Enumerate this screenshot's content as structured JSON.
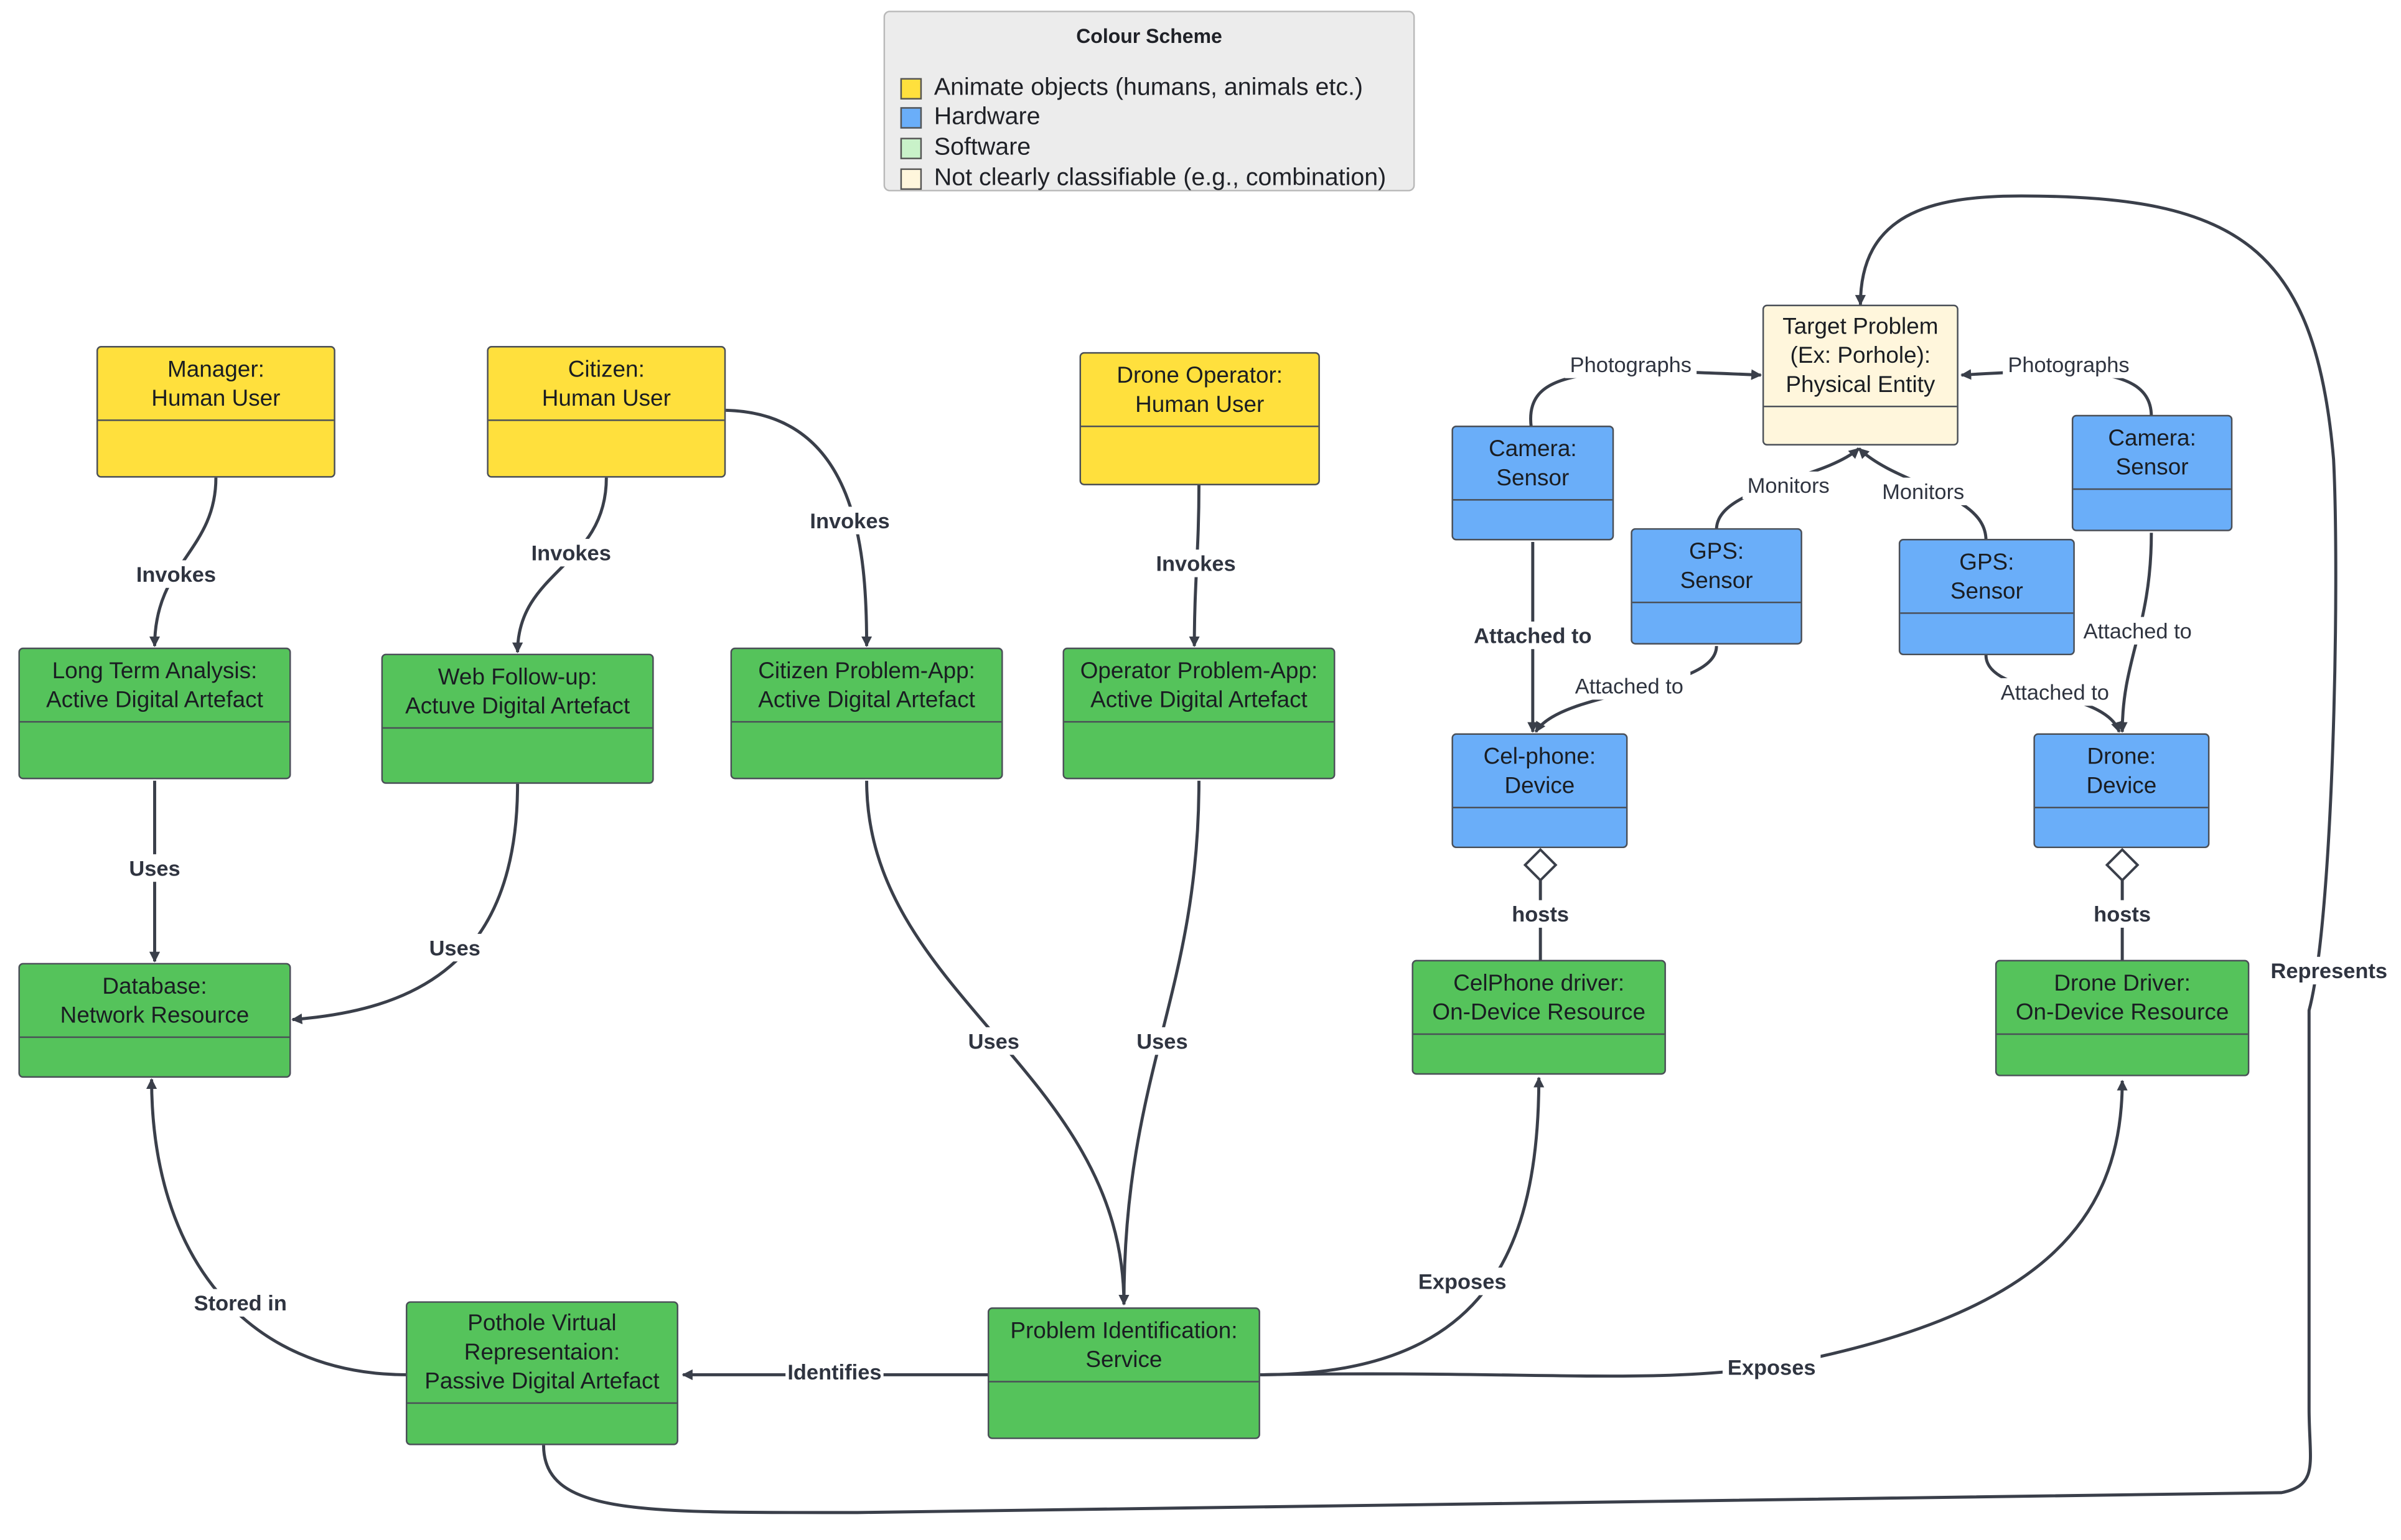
{
  "legend": {
    "title": "Colour Scheme",
    "items": [
      {
        "label": "Animate objects (humans, animals etc.)",
        "color": "#ffe03d"
      },
      {
        "label": "Hardware",
        "color": "#6aaef9"
      },
      {
        "label": "Software",
        "color": "#c9f2c9"
      },
      {
        "label": "Not clearly classifiable (e.g., combination)",
        "color": "#fff6dc"
      }
    ]
  },
  "nodes": {
    "manager": [
      "Manager:",
      "Human User"
    ],
    "citizen": [
      "Citizen:",
      "Human User"
    ],
    "drone_operator": [
      "Drone Operator:",
      "Human User"
    ],
    "long_term": [
      "Long Term Analysis:",
      "Active Digital Artefact"
    ],
    "web_followup": [
      "Web  Follow-up:",
      "Actuve Digital Artefact"
    ],
    "citizen_app": [
      "Citizen Problem-App:",
      "Active Digital Artefact"
    ],
    "operator_app": [
      "Operator Problem-App:",
      "Active Digital Artefact"
    ],
    "database": [
      "Database:",
      "Network Resource"
    ],
    "target_problem": [
      "Target Problem",
      "(Ex: Porhole):",
      "Physical Entity"
    ],
    "camera_left": [
      "Camera:",
      "Sensor"
    ],
    "gps_left": [
      "GPS:",
      "Sensor"
    ],
    "gps_right": [
      "GPS:",
      "Sensor"
    ],
    "camera_right": [
      "Camera:",
      "Sensor"
    ],
    "cellphone": [
      "Cel-phone:",
      "Device"
    ],
    "drone": [
      "Drone:",
      "Device"
    ],
    "cellphone_driver": [
      "CelPhone driver:",
      "On-Device Resource"
    ],
    "drone_driver": [
      "Drone Driver:",
      "On-Device Resource"
    ],
    "pothole_virtual": [
      "Pothole Virtual",
      "Representaion:",
      "Passive Digital Artefact"
    ],
    "problem_service": [
      "Problem Identification:",
      "Service"
    ]
  },
  "edges": {
    "manager_invokes": "Invokes",
    "citizen_invokes_web": "Invokes",
    "citizen_invokes_app": "Invokes",
    "operator_invokes": "Invokes",
    "longterm_uses": "Uses",
    "web_uses": "Uses",
    "citizenapp_uses": "Uses",
    "operatorapp_uses": "Uses",
    "stored_in": "Stored in",
    "identifies": "Identifies",
    "exposes_cell": "Exposes",
    "exposes_drone": "Exposes",
    "represents": "Represents",
    "photographs_left": "Photographs",
    "photographs_right": "Photographs",
    "monitors_left": "Monitors",
    "monitors_right": "Monitors",
    "camera_left_attached": "Attached to",
    "gps_left_attached": "Attached to",
    "camera_right_attached": "Attached to",
    "gps_right_attached": "Attached to",
    "hosts_cell": "hosts",
    "hosts_drone": "hosts"
  }
}
